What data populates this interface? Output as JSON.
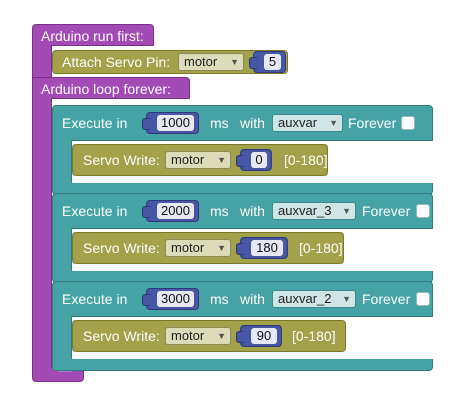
{
  "setup": {
    "label": "Arduino run first:",
    "attach": {
      "label": "Attach Servo Pin:",
      "servo": "motor",
      "pin": "5"
    }
  },
  "loop": {
    "label": "Arduino loop forever:",
    "blocks": [
      {
        "execute_label": "Execute in",
        "interval": "1000",
        "ms_label": "ms",
        "with_label": "with",
        "var": "auxvar",
        "forever_label": "Forever",
        "write_label": "Servo Write:",
        "servo": "motor",
        "angle": "0",
        "range_label": "[0-180]"
      },
      {
        "execute_label": "Execute in",
        "interval": "2000",
        "ms_label": "ms",
        "with_label": "with",
        "var": "auxvar_3",
        "forever_label": "Forever",
        "write_label": "Servo Write:",
        "servo": "motor",
        "angle": "180",
        "range_label": "[0-180]"
      },
      {
        "execute_label": "Execute in",
        "interval": "3000",
        "ms_label": "ms",
        "with_label": "with",
        "var": "auxvar_2",
        "forever_label": "Forever",
        "write_label": "Servo Write:",
        "servo": "motor",
        "angle": "90",
        "range_label": "[0-180]"
      }
    ]
  },
  "icons": {
    "dropdown": "dropdown-arrow-icon",
    "checkbox": "checkbox-icon"
  }
}
